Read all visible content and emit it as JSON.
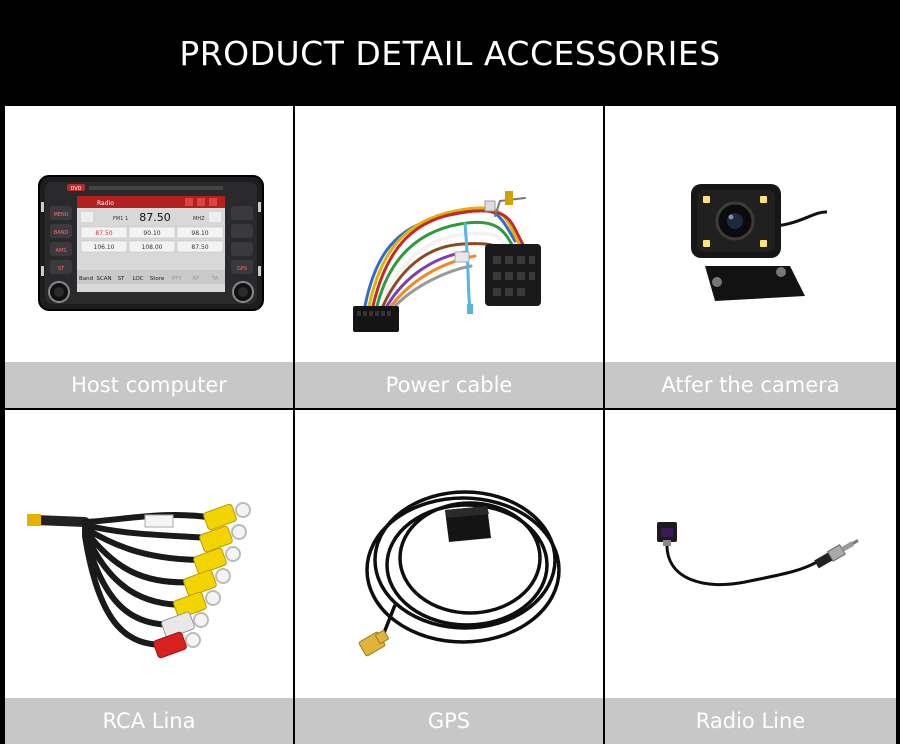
{
  "header": {
    "title": "PRODUCT DETAIL ACCESSORIES"
  },
  "items": [
    {
      "caption": "Host computer",
      "icon": "car-stereo-icon"
    },
    {
      "caption": "Power cable",
      "icon": "wire-harness-icon"
    },
    {
      "caption": "Atfer the camera",
      "icon": "rear-camera-icon"
    },
    {
      "caption": "RCA Lina",
      "icon": "rca-cable-icon"
    },
    {
      "caption": "GPS",
      "icon": "gps-antenna-icon"
    },
    {
      "caption": "Radio Line",
      "icon": "radio-cable-icon"
    }
  ],
  "stereo": {
    "source_label": "Radio",
    "band": "FM1",
    "channel": "1",
    "frequency": "87.50",
    "unit": "MHZ",
    "presets": [
      "87.50",
      "90.10",
      "98.10",
      "106.10",
      "108.00",
      "87.50"
    ],
    "buttons": [
      "Band",
      "SCAN",
      "ST",
      "LOC",
      "Store",
      "PTY",
      "AF",
      "TA"
    ],
    "side_left": [
      "MENU",
      "BAND",
      "AMS",
      "ST"
    ],
    "side_right": [
      "GPS"
    ],
    "top_left": "DVD"
  }
}
